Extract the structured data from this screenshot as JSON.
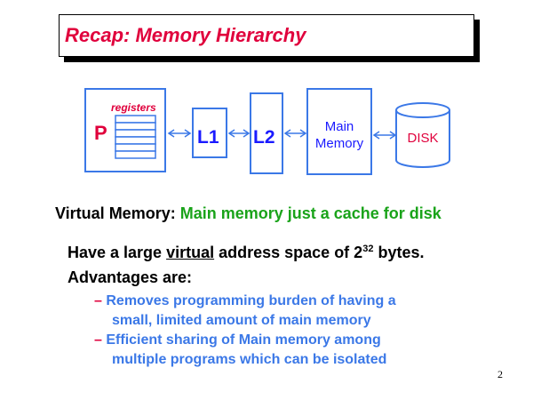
{
  "title": "Recap: Memory Hierarchy",
  "diagram": {
    "processor_label": "P",
    "registers_label": "registers",
    "l1_label": "L1",
    "l2_label": "L2",
    "main_memory_line1": "Main",
    "main_memory_line2": "Memory",
    "disk_label": "DISK"
  },
  "virtual_memory": {
    "heading": "Virtual Memory:",
    "text": "Main memory just a cache for disk"
  },
  "body": {
    "line1_pre": "Have a large ",
    "line1_underline": "virtual",
    "line1_post": " address space of 2",
    "line1_exp": "32",
    "line1_end": " bytes.",
    "line2": "Advantages are:"
  },
  "bullets": [
    {
      "dash": "–",
      "line1": "Removes programming burden of having a",
      "line2": "small, limited amount of main memory"
    },
    {
      "dash": "–",
      "line1": "Efficient sharing of Main memory among",
      "line2": "multiple programs which can be isolated"
    }
  ],
  "page_number": "2",
  "colors": {
    "title": "#e0003c",
    "box": "#3b78e7",
    "green": "#1aa31a",
    "label_blue": "#1a1aff"
  }
}
